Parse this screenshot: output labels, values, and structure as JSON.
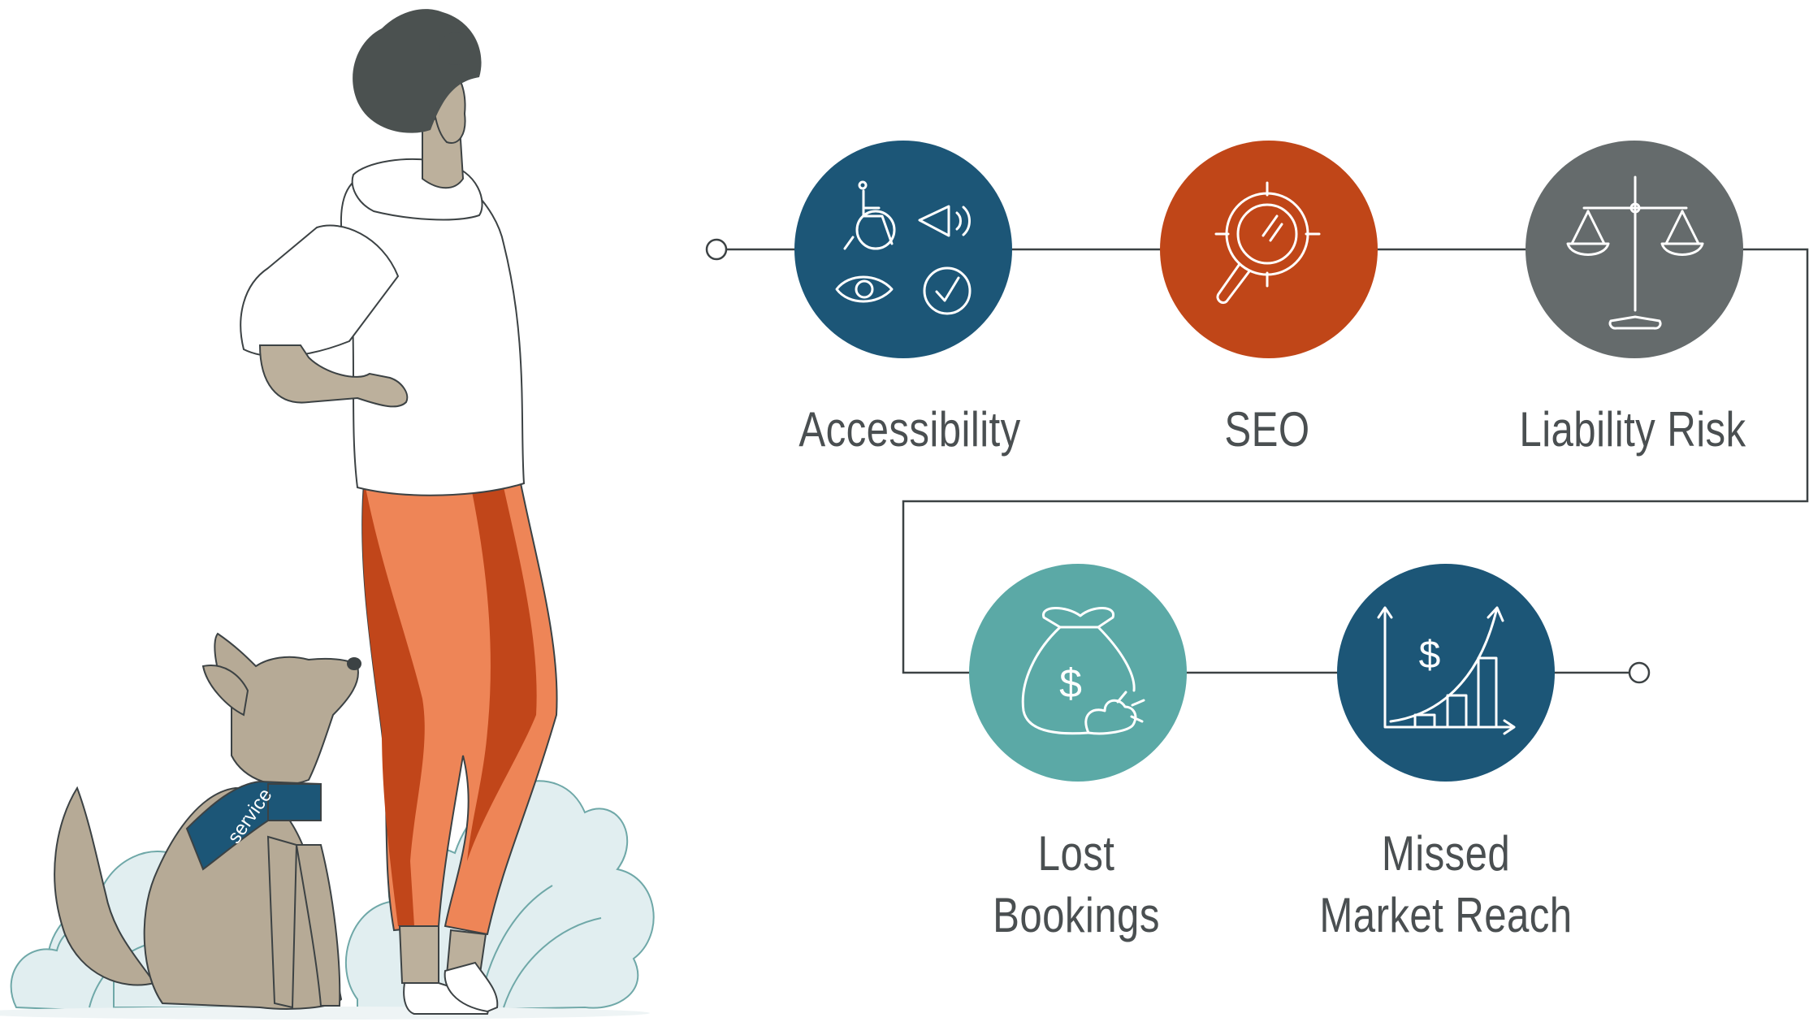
{
  "illustration": {
    "vest_text": "service"
  },
  "flow": {
    "nodes": [
      {
        "id": "accessibility",
        "label_lines": [
          "Accessibility"
        ],
        "color": "#1c5677",
        "icon": "accessibility-icons"
      },
      {
        "id": "seo",
        "label_lines": [
          "SEO"
        ],
        "color": "#c04618",
        "icon": "magnifier-target-icon"
      },
      {
        "id": "liability",
        "label_lines": [
          "Liability Risk"
        ],
        "color": "#656b6c",
        "icon": "scales-icon"
      },
      {
        "id": "lost-bookings",
        "label_lines": [
          "Lost",
          "Bookings"
        ],
        "color": "#5ba9a6",
        "icon": "money-bag-icon"
      },
      {
        "id": "missed-market",
        "label_lines": [
          "Missed",
          "Market Reach"
        ],
        "color": "#1c5677",
        "icon": "growth-chart-icon"
      }
    ],
    "connector_color": "#3c4244"
  },
  "palette": {
    "hair": "#4b5150",
    "skin": "#bcb09c",
    "hoodie": "#ffffff",
    "pants_light": "#ee8557",
    "pants_dark": "#c1461a",
    "dog": "#b6aa96",
    "vest": "#1c5677",
    "bush": "#e1eef0",
    "outline": "#3c4244"
  }
}
